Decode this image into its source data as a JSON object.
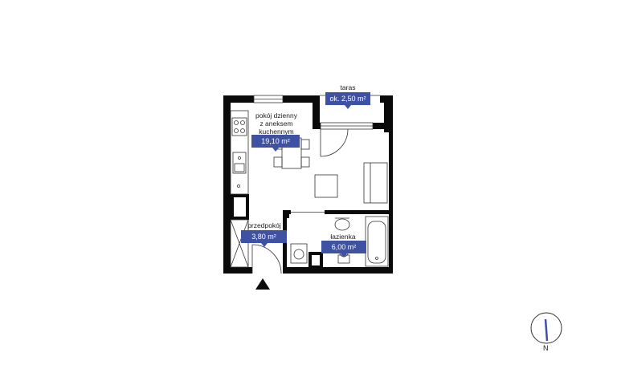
{
  "rooms": {
    "taras": {
      "label": "taras",
      "area": "ok. 2,50 m²"
    },
    "living": {
      "label_lines": [
        "pokój dzienny",
        "z aneksem",
        "kuchennym"
      ],
      "area": "19,10 m²"
    },
    "hall": {
      "label": "przedpokój",
      "area": "3,80 m²"
    },
    "bathroom": {
      "label": "łazienka",
      "area": "6,00 m²"
    }
  },
  "compass": {
    "label": "N",
    "needle_color": "#3f51a3"
  },
  "colors": {
    "wall": "#0a0a0a",
    "tag": "#3f51a3",
    "line": "#333333"
  },
  "icons": [
    "entrance-arrow-icon",
    "compass-icon",
    "kitchen-hob-icon",
    "sink-icon",
    "toilet-icon",
    "bathtub-icon",
    "washing-machine-icon",
    "sofa-icon",
    "table-icon",
    "chair-icon"
  ]
}
